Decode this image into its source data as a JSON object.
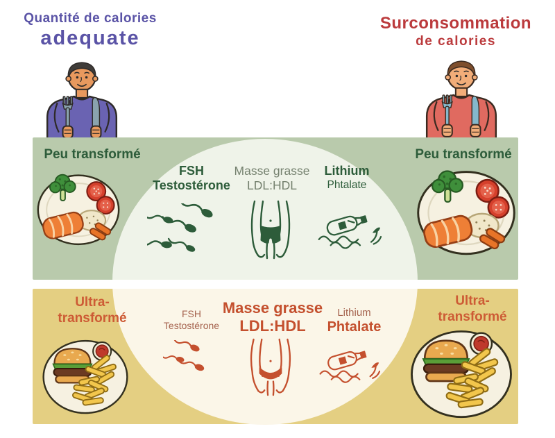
{
  "titles": {
    "adequate": {
      "line1": "Quantité de calories",
      "line2": "adequate",
      "color": "#5a53a6"
    },
    "overconsumption": {
      "line1": "Surconsommation",
      "line2": "de calories",
      "color": "#bb3a3c"
    }
  },
  "bands": {
    "low_processed": {
      "bg": "#b9caac",
      "label_color": "#2d5c3a",
      "left_label": "Peu transformé",
      "right_label": "Peu transformé"
    },
    "ultra_processed": {
      "bg": "#e4cf82",
      "label_color": "#cd5b35",
      "left_label_line1": "Ultra-",
      "left_label_line2": "transformé",
      "right_label_line1": "Ultra-",
      "right_label_line2": "transformé"
    }
  },
  "circle": {
    "top_bg": "#eff3e9",
    "bottom_bg": "#fbf6e8",
    "top": {
      "accent_color": "#2d5c3a",
      "muted_color": "#75816f",
      "hormones_line1": "FSH",
      "hormones_line2": "Testostérone",
      "mass_line1": "Masse grasse",
      "mass_line2": "LDL:HDL",
      "chemicals_line1": "Lithium",
      "chemicals_line2": "Phtalate"
    },
    "bottom": {
      "accent_color": "#c4502e",
      "muted_color": "#a5634e",
      "hormones_line1": "FSH",
      "hormones_line2": "Testostérone",
      "mass_line1": "Masse grasse",
      "mass_line2": "LDL:HDL",
      "chemicals_line1": "Lithium",
      "chemicals_line2": "Phtalate"
    }
  },
  "icons": {
    "top": [
      "sperm-icon",
      "torso-icon",
      "bottle-in-water-icon"
    ],
    "bottom": [
      "sperm-icon",
      "torso-belly-icon",
      "bottle-in-water-icon"
    ]
  },
  "illustrations": {
    "left_diner": "man-purple-sweater-with-cutlery",
    "right_diner": "man-red-sweater-with-cutlery",
    "low_processed_plate": "salmon-broccoli-rice-plate",
    "ultra_processed_plate": "burger-fries-plate"
  }
}
